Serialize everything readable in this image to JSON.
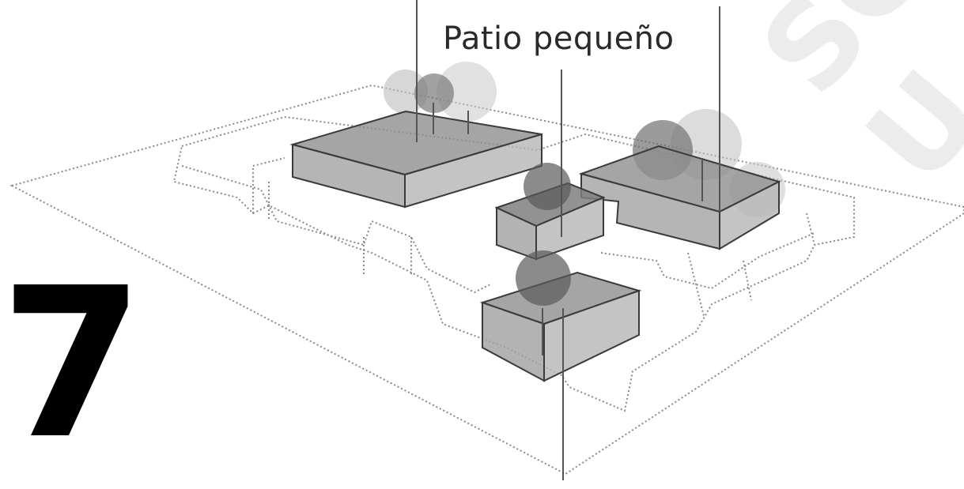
{
  "diagram": {
    "label": "Patio pequeño",
    "figure_number": "7"
  },
  "watermark": {
    "text": "SOLO U"
  }
}
